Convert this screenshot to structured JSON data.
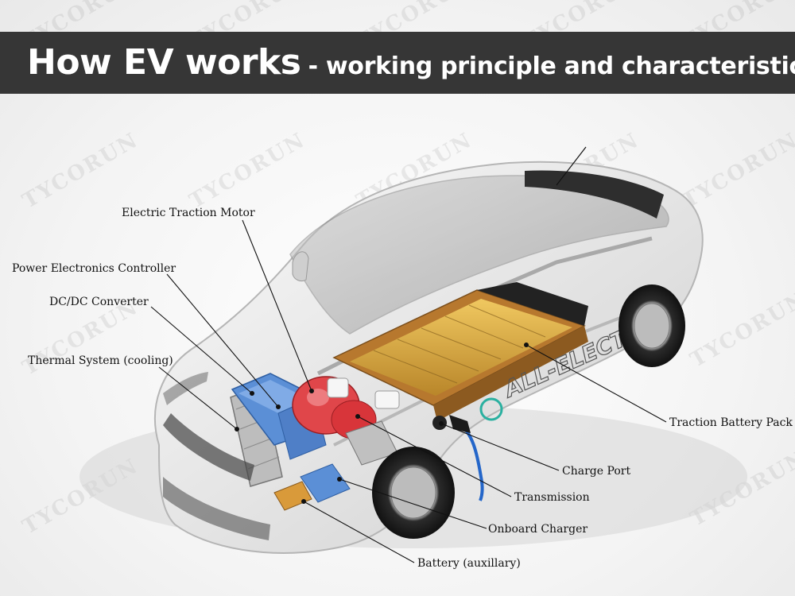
{
  "title": {
    "main": "How EV works",
    "sub": "- working principle and characteristics"
  },
  "watermark": "TYCORUN",
  "car_text": "ALL-ELECTRIC",
  "labels": {
    "motor": "Electric Traction Motor",
    "controller": "Power Electronics Controller",
    "dcdc": "DC/DC Converter",
    "thermal": "Thermal System (cooling)",
    "battery_pack": "Traction Battery Pack",
    "charge_port": "Charge Port",
    "transmission": "Transmission",
    "onboard_charger": "Onboard Charger",
    "aux_battery": "Battery (auxillary)"
  },
  "colors": {
    "title_bar": "#363636",
    "battery_cells": "#d9a93a",
    "battery_frame": "#b7782e",
    "motor": "#e0464a",
    "converter": "#5b8fd6",
    "car_body": "#e6e6e6"
  }
}
